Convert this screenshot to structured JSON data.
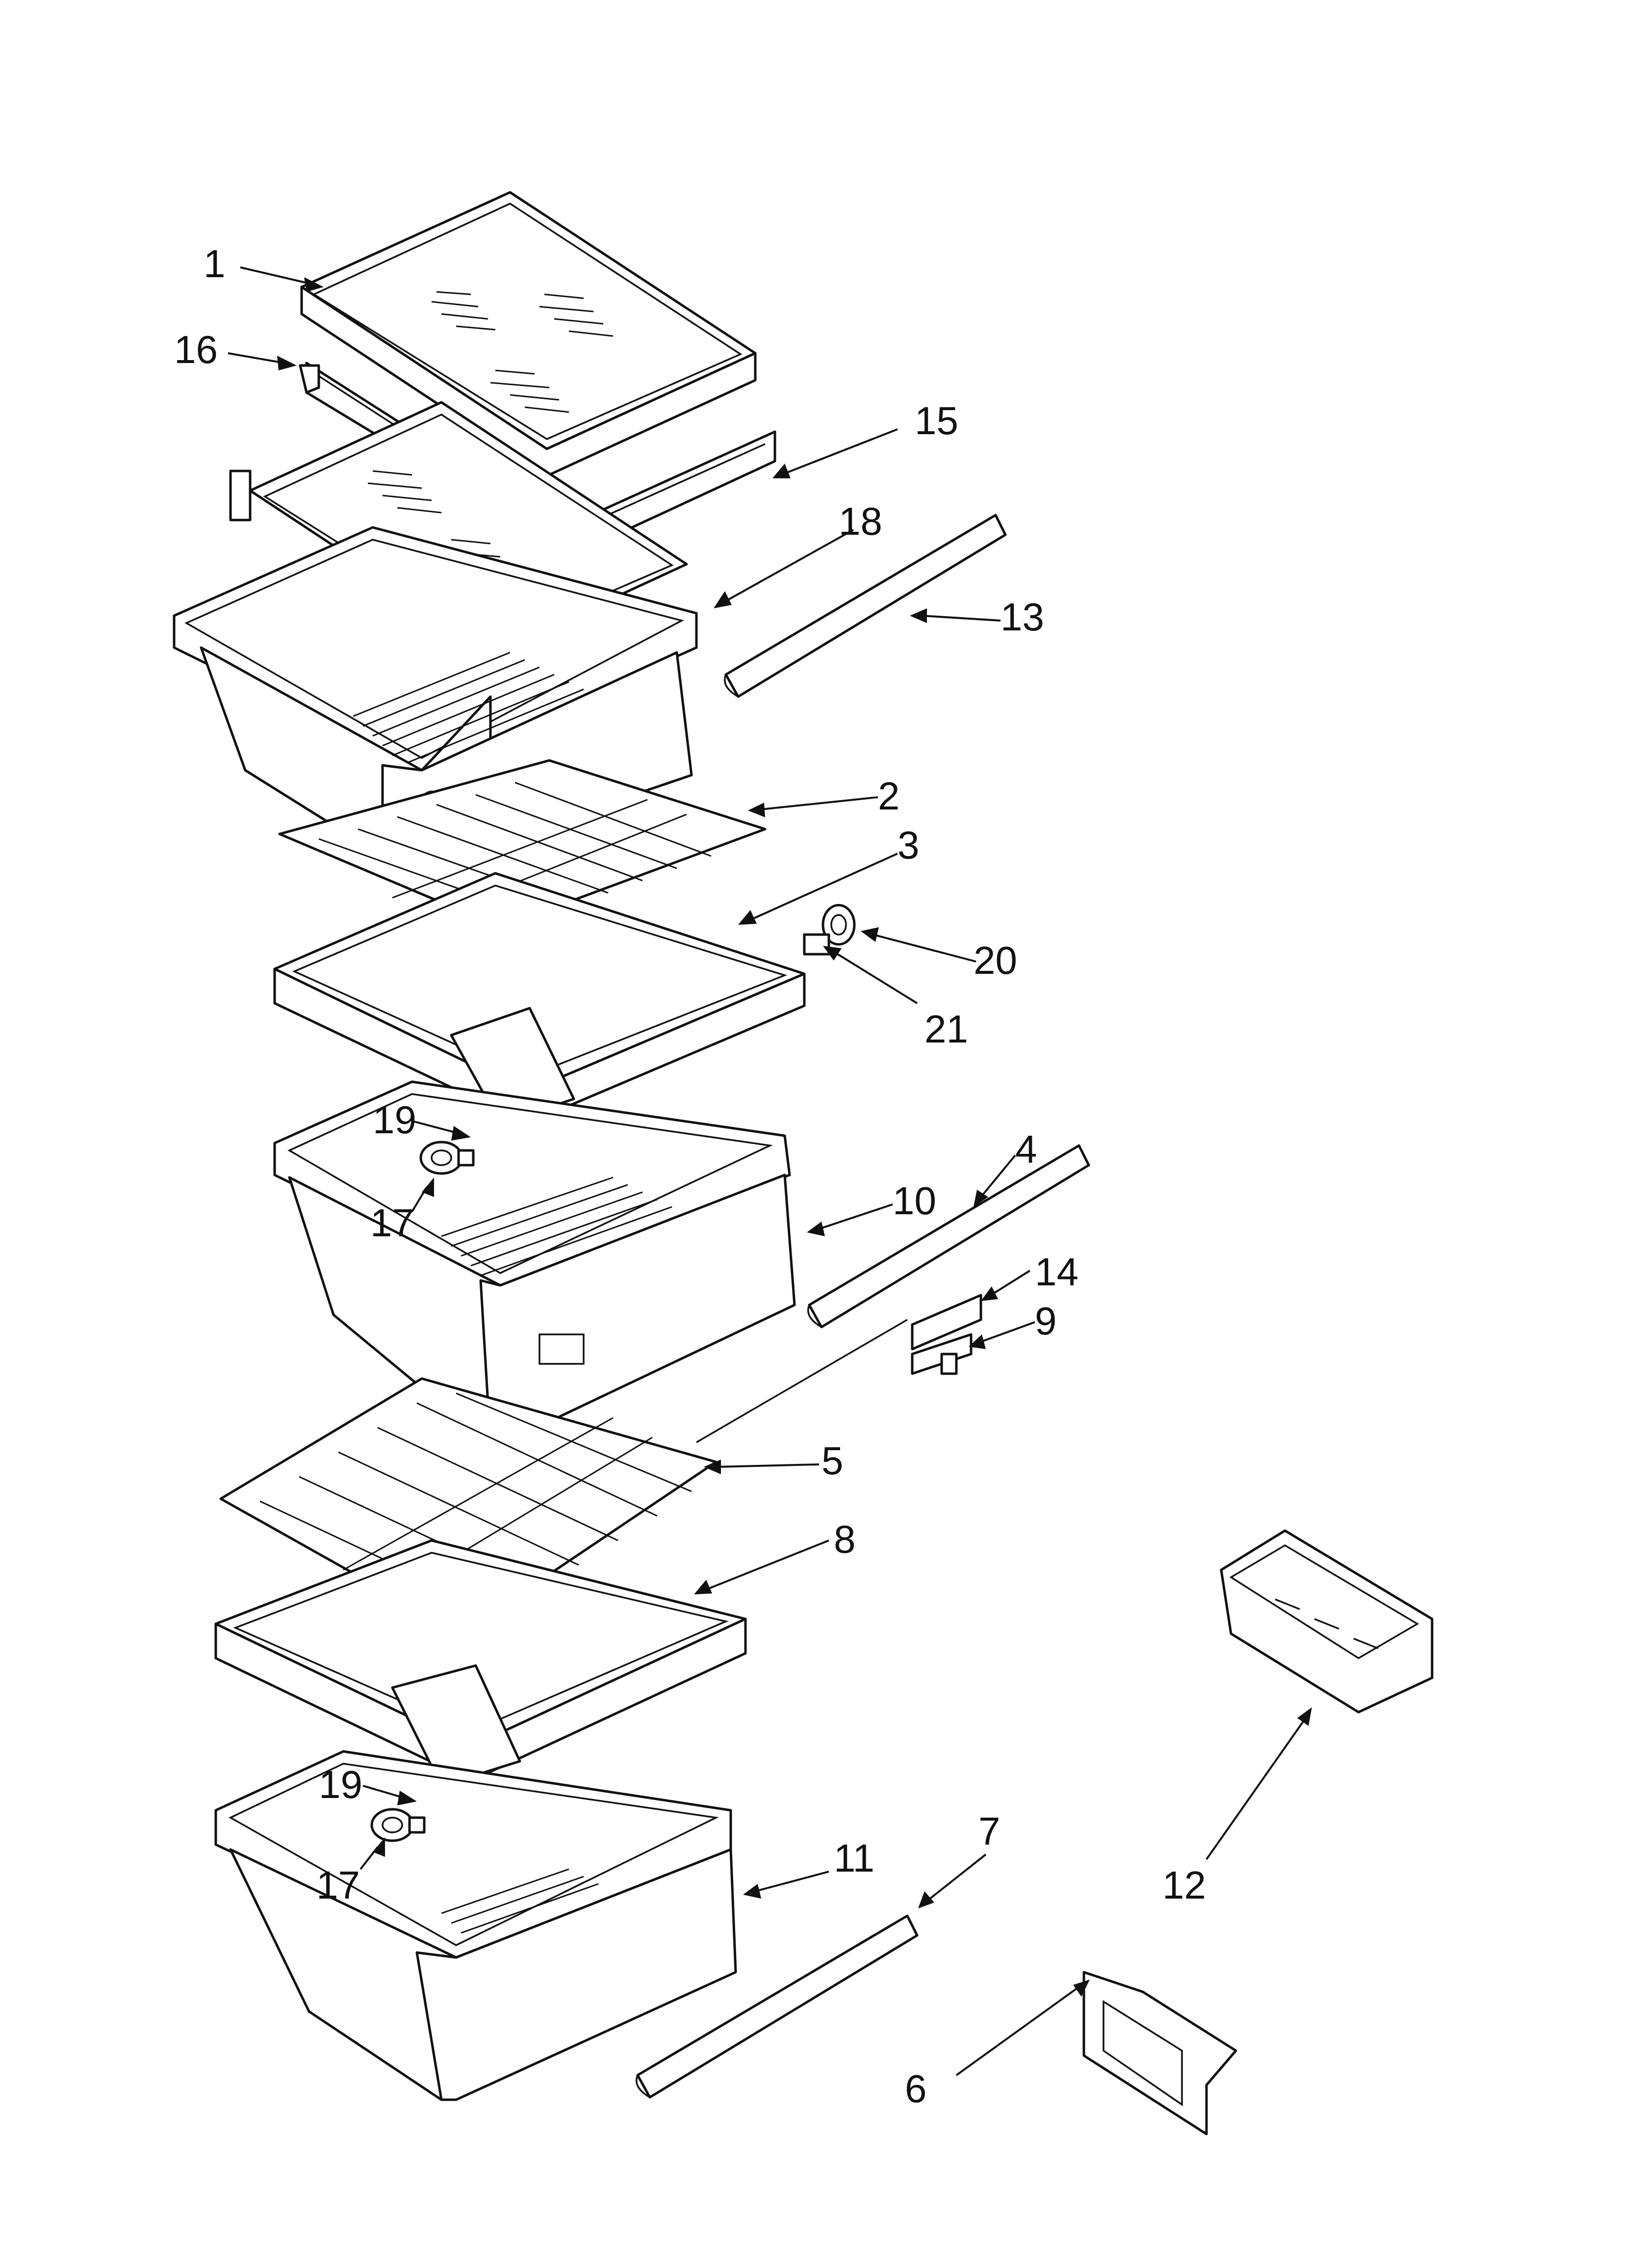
{
  "callouts": [
    {
      "id": "1",
      "label": "1"
    },
    {
      "id": "16",
      "label": "16"
    },
    {
      "id": "15",
      "label": "15"
    },
    {
      "id": "18",
      "label": "18"
    },
    {
      "id": "13",
      "label": "13"
    },
    {
      "id": "2",
      "label": "2"
    },
    {
      "id": "3",
      "label": "3"
    },
    {
      "id": "20",
      "label": "20"
    },
    {
      "id": "21",
      "label": "21"
    },
    {
      "id": "19a",
      "label": "19"
    },
    {
      "id": "17a",
      "label": "17"
    },
    {
      "id": "4",
      "label": "4"
    },
    {
      "id": "10",
      "label": "10"
    },
    {
      "id": "14",
      "label": "14"
    },
    {
      "id": "9",
      "label": "9"
    },
    {
      "id": "5",
      "label": "5"
    },
    {
      "id": "8",
      "label": "8"
    },
    {
      "id": "12",
      "label": "12"
    },
    {
      "id": "19b",
      "label": "19"
    },
    {
      "id": "17b",
      "label": "17"
    },
    {
      "id": "11",
      "label": "11"
    },
    {
      "id": "7",
      "label": "7"
    },
    {
      "id": "6",
      "label": "6"
    }
  ],
  "colors": {
    "ink": "#111111",
    "paper": "#ffffff"
  }
}
